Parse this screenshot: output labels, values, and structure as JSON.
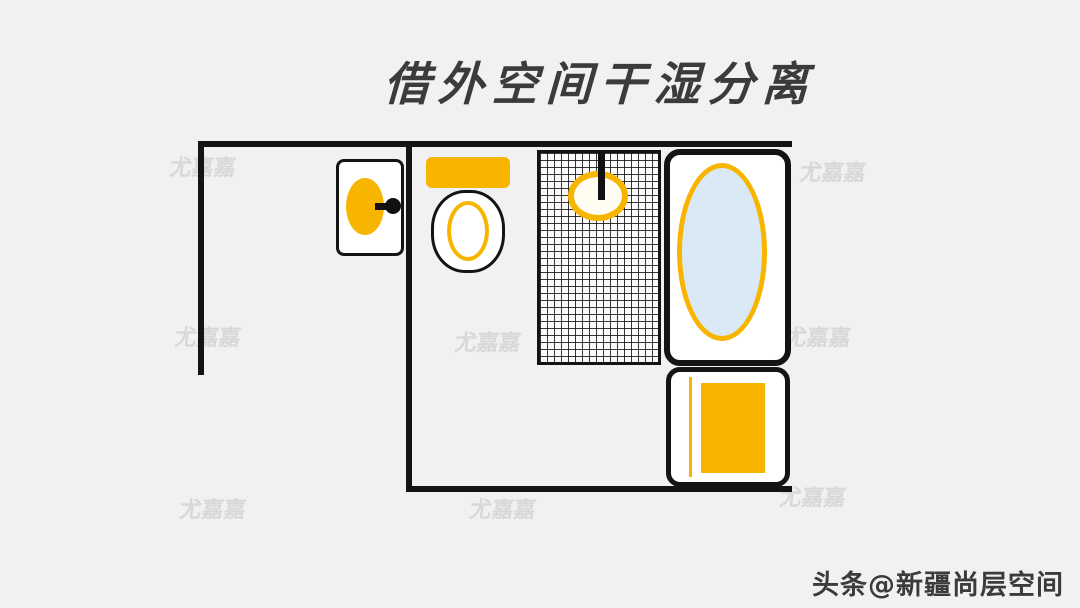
{
  "page": {
    "title": "借外空间干湿分离",
    "credit": "头条@新疆尚层空间",
    "watermark": "尤嘉嘉",
    "background": "#f1f0f2"
  },
  "colors": {
    "accent_yellow": "#f8b500",
    "wall_black": "#141414",
    "tub_blue": "#dae9f6",
    "text_dark": "#3b3b3b",
    "watermark_gray": "#9a9a9a"
  },
  "floorplan": {
    "fixtures": [
      "sink",
      "toilet",
      "shower",
      "bathtub",
      "washing-machine"
    ]
  }
}
